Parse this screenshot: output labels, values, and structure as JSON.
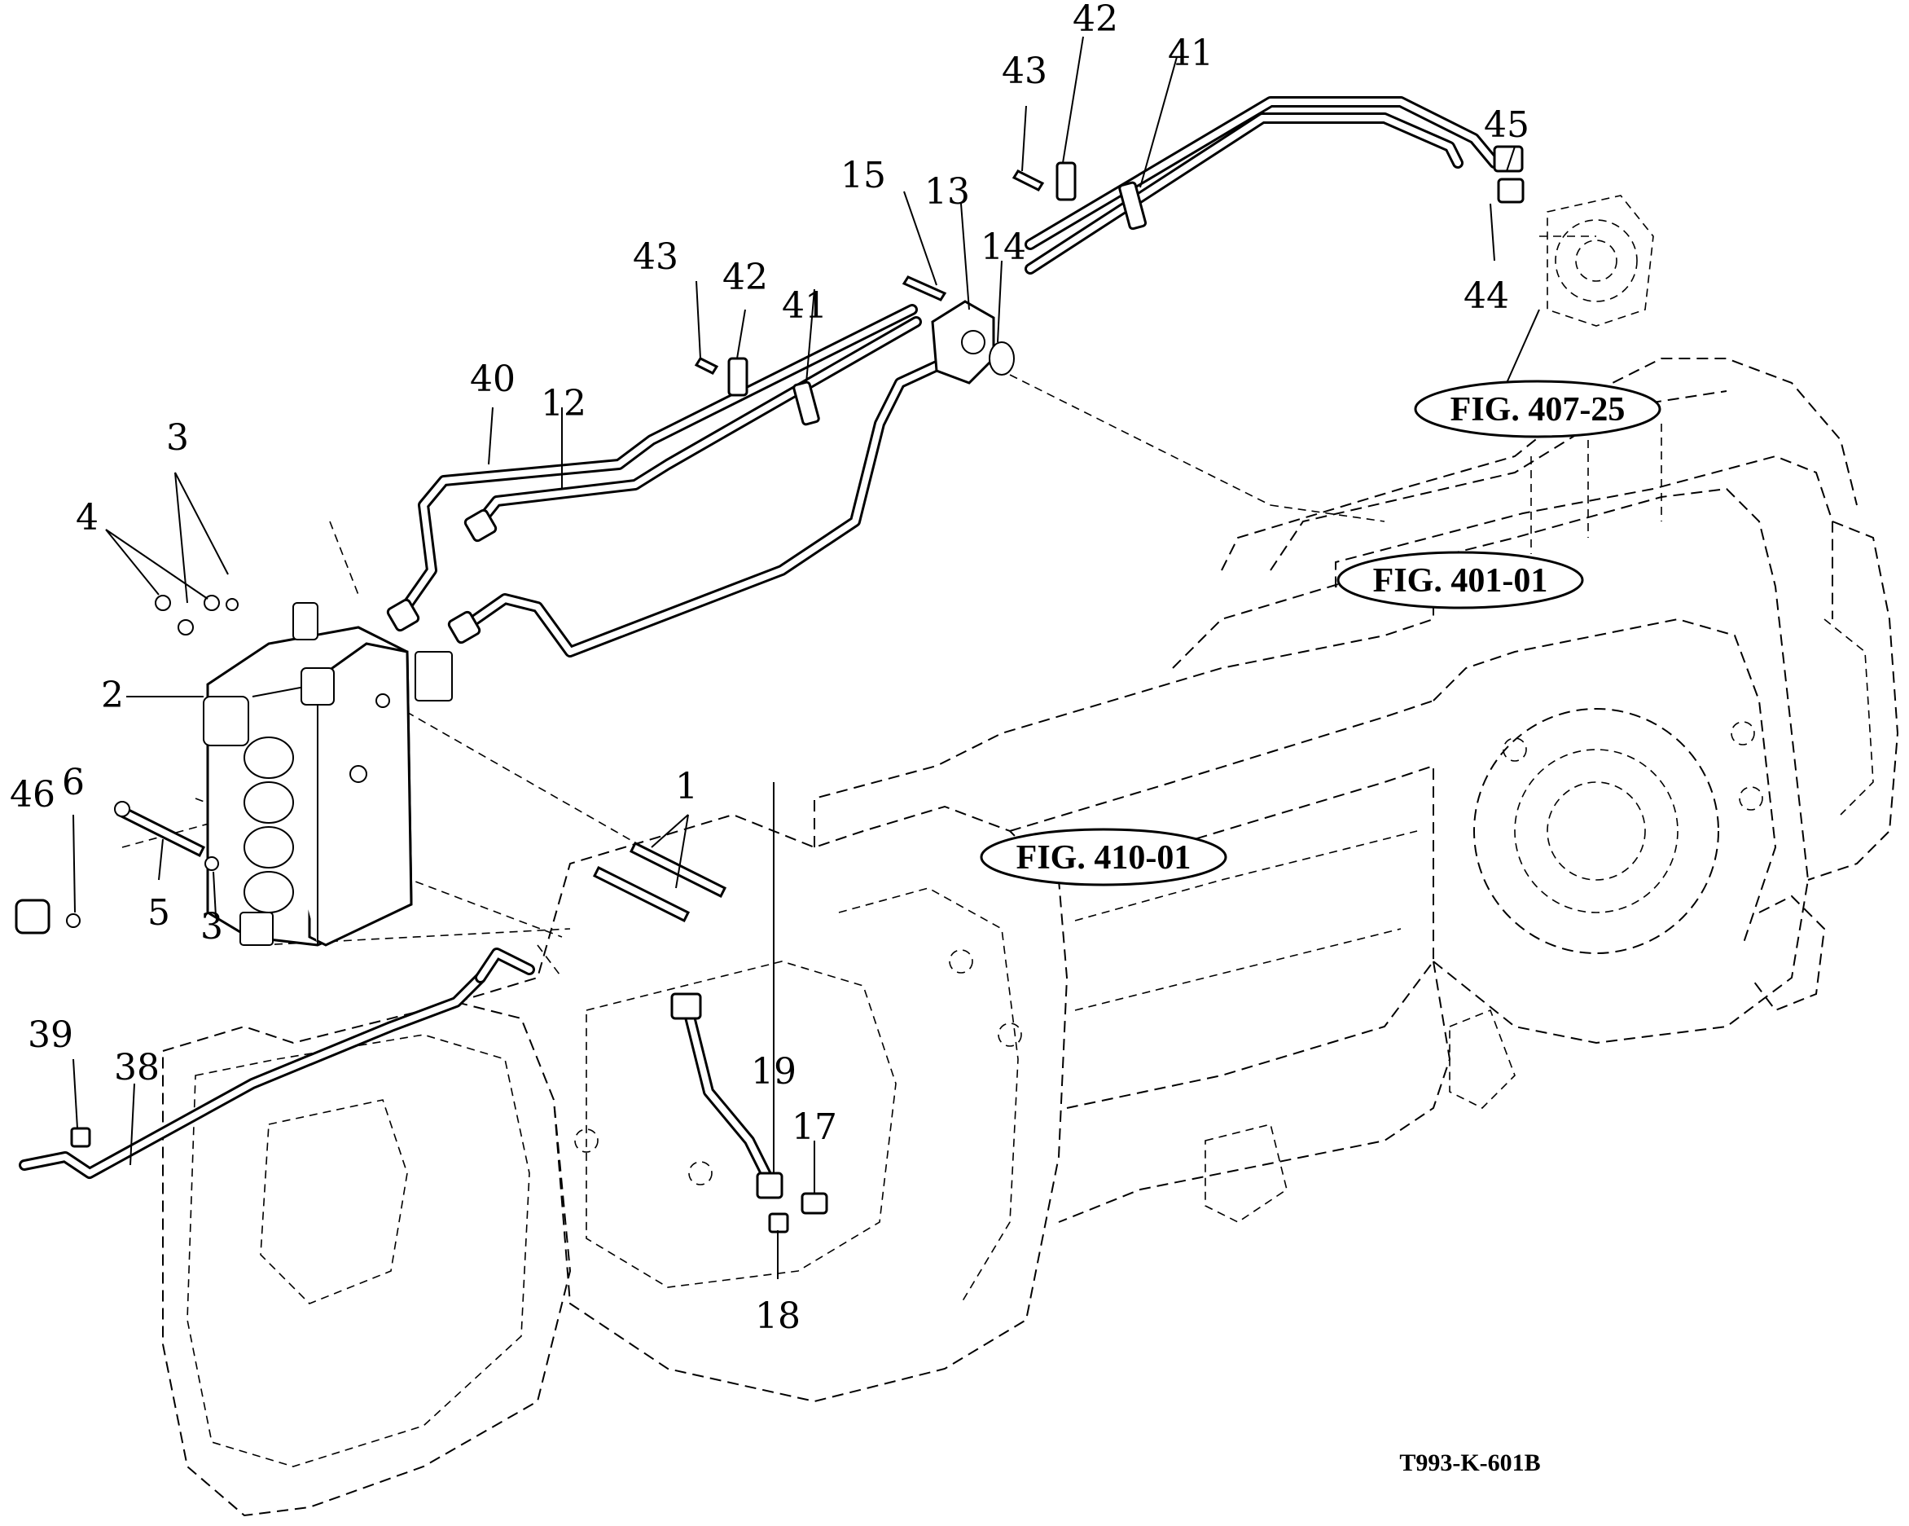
{
  "callouts": {
    "c1": "1",
    "c2": "2",
    "c3a": "3",
    "c3b": "3",
    "c4": "4",
    "c5": "5",
    "c6": "6",
    "c12": "12",
    "c13": "13",
    "c14": "14",
    "c15": "15",
    "c17": "17",
    "c18": "18",
    "c19": "19",
    "c38": "38",
    "c39": "39",
    "c40": "40",
    "c41a": "41",
    "c41b": "41",
    "c42a": "42",
    "c42b": "42",
    "c43a": "43",
    "c43b": "43",
    "c44": "44",
    "c45": "45",
    "c46": "46"
  },
  "figure_refs": {
    "fig_407_25": "FIG. 407-25",
    "fig_401_01": "FIG. 401-01",
    "fig_410_01": "FIG. 410-01"
  },
  "drawing_number": "T993-K-601B"
}
